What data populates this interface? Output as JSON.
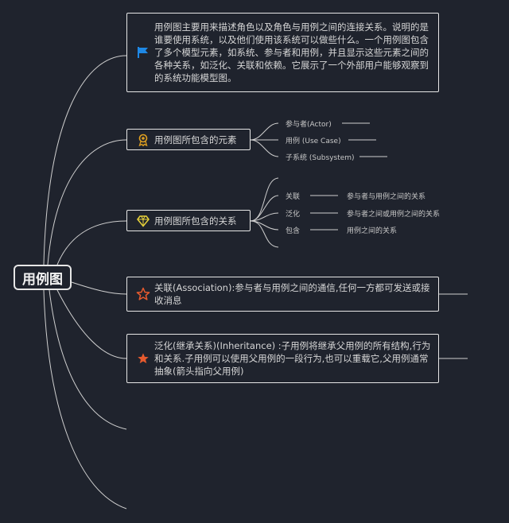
{
  "root": {
    "label": "用例图"
  },
  "nodes": {
    "intro": {
      "text": "用例图主要用来描述角色以及角色与用例之间的连接关系。说明的是谁要使用系统，以及他们使用该系统可以做些什么。一个用例图包含了多个模型元素，如系统、参与者和用例，并且显示这些元素之间的各种关系，如泛化、关联和依赖。它展示了一个外部用户能够观察到的系统功能模型图。",
      "icon": "flag-icon"
    },
    "elements": {
      "text": "用例图所包含的元素",
      "icon": "award-icon",
      "children": [
        "参与者(Actor)",
        "用例 (Use Case)",
        "子系统 (Subsystem)"
      ]
    },
    "relations": {
      "text": "用例图所包含的关系",
      "icon": "diamond-icon",
      "children": [
        {
          "name": "关联",
          "desc": "参与者与用例之间的关系"
        },
        {
          "name": "泛化",
          "desc": "参与者之间或用例之间的关系"
        },
        {
          "name": "包含",
          "desc": "用例之间的关系"
        }
      ]
    },
    "association": {
      "text": "关联(Association):参与者与用例之间的通信,任何一方都可发送或接收消息",
      "icon": "star-outline-icon"
    },
    "generalization": {
      "text": "泛化(继承关系)(Inheritance) :子用例将继承父用例的所有结构,行为和关系.子用例可以使用父用例的一段行为,也可以重载它,父用例通常抽象(箭头指向父用例)",
      "icon": "star-filled-icon"
    }
  },
  "colors": {
    "background": "#1f232d",
    "line": "#d0d0d0",
    "flag": "#1e88e5",
    "award": "#e0a020",
    "diamond": "#e8d23a",
    "star": "#e65a2e"
  }
}
